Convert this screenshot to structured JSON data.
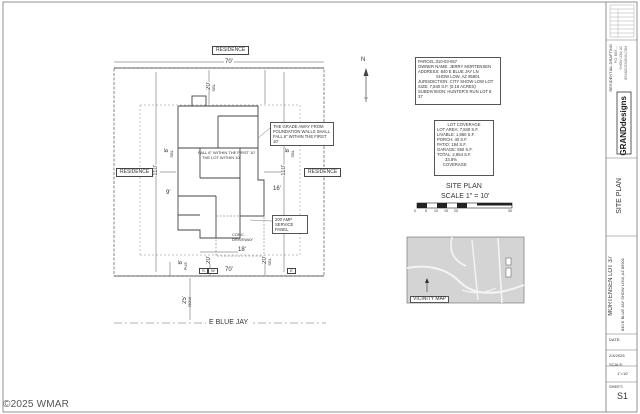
{
  "neighbors": {
    "top": "RESIDENCE",
    "left": "RESIDENCE",
    "right": "RESIDENCE"
  },
  "street": "E BLUE JAY",
  "dimensions": {
    "lot_width_top": "70'",
    "lot_width_bottom": "70'",
    "lot_depth_left": "110'",
    "lot_depth_right": "110'",
    "front_setback_top": "20'",
    "front_setback_top_label": "SBL",
    "side_left": "8'",
    "side_left_label": "SBL",
    "side_right": "8'",
    "side_right_label": "SBL",
    "left_9": "9'",
    "right_16": "16'",
    "driveway_18": "18'",
    "front_left_20": "20'",
    "front_right_20": "20'",
    "front_right_label": "SBL",
    "bottom_left_8": "8'",
    "bottom_left_pue": "PUE",
    "street_25": "25'",
    "row_label": "ROW",
    "bottom_s": "S",
    "bottom_w": "W",
    "bottom_e": "E"
  },
  "plan_notes": {
    "top_right": "THE GRADE AWAY FROM FOUNDATION WALLS SHALL FALL 6\" WITHIN THE FIRST 10'",
    "top_left": "FALL 6\" WITHIN THE FIRST 10'",
    "top_left_line2": "THE LOT WITHIN 10'",
    "service_panel": "200 AMP SERVICE PANEL",
    "driveway": "CONC. DRIVEWAY"
  },
  "north_label": "N",
  "parcel_info": [
    "PARCEL:310-03-057",
    "OWNER NAME: JERRY MORTENSEN",
    "ADDRESS: 840 E BLUE JAY LN",
    "SHOW LOW, AZ 85901",
    "JURISDICTION: CITY SHOW LOW LOT",
    "SIZE: 7,840 S.F. (0.18 ACRES)",
    "SUBDIVISION: HUNTER'S RUN LOT 8",
    "37"
  ],
  "lot_coverage": [
    "LOT COVERAGE",
    "LOT AREA: 7,840 S.F.",
    "LIVABLE: 1,860 S.F.",
    "PORCH: 40 S.F.",
    "PATIO: 194 S.F.",
    "GARAGE: 550 S.F.",
    "TOTAL: 2,654 S.F.",
    "33.8%",
    "COVERAGE"
  ],
  "site_plan_title": "SITE PLAN",
  "scale_text": "SCALE 1\" = 10'",
  "scale_ticks": [
    "0",
    "5",
    "10",
    "15",
    "20",
    "",
    "",
    "",
    "",
    "30"
  ],
  "vicinity_label": "VICINITY MAP",
  "title_block": {
    "firm_lines": [
      "RESIDENTIAL DRAFTING",
      "P.O. BOX ...",
      "SHOW LOW, AZ",
      "GRANDDESIGNS.COM"
    ],
    "logo_text": "GRANDdesigns",
    "sheet_title": "SITE PLAN",
    "project_name": "MORTENSEN LOT 37",
    "project_address": "840 E BLUE JAY SHOW LOW, AZ 85901",
    "date_label": "DATE:",
    "date_value": "2/4/2025",
    "scale_label": "SCALE:",
    "scale_value": "1\"=10'",
    "sheet_label": "SHEET:",
    "sheet_value": "S1"
  },
  "copyright": "©2025 WMAR",
  "colors": {
    "line": "#444444",
    "light_line": "#888888",
    "map_fill": "#d4d4d4"
  }
}
